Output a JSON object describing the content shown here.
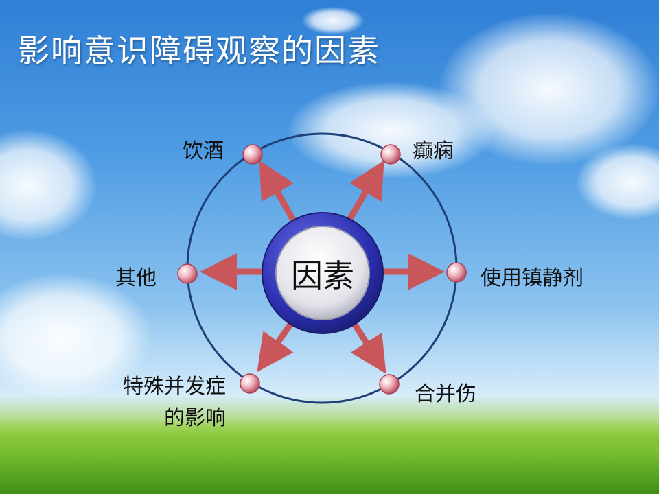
{
  "slide": {
    "title": "影响意识障碍观察的因素"
  },
  "diagram": {
    "center": "因素",
    "nodes": [
      {
        "id": "drinking",
        "label": "饮酒"
      },
      {
        "id": "epilepsy",
        "label": "癫痫"
      },
      {
        "id": "sedatives",
        "label": "使用镇静剂"
      },
      {
        "id": "combined-injury",
        "label": "合并伤"
      },
      {
        "id": "complications",
        "label_line1": "特殊并发症",
        "label_line2": "的影响"
      },
      {
        "id": "others",
        "label": "其他"
      }
    ],
    "colors": {
      "ring": "#1f3f78",
      "arrow": "#c8565a",
      "node": "#d06070",
      "hub_outer": "#2b2fb0",
      "hub_inner": "#e6e6ec"
    }
  }
}
